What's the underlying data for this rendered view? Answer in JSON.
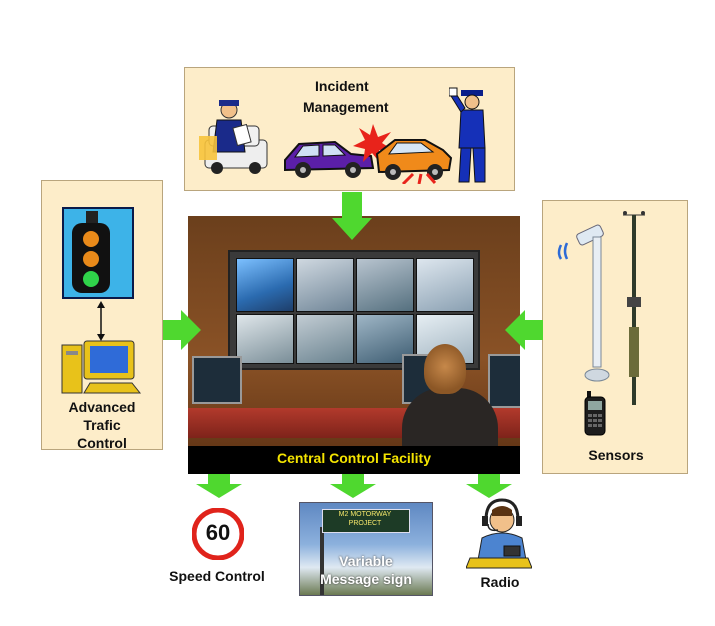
{
  "diagram": {
    "incident": {
      "line1": "Incident",
      "line2": "Management"
    },
    "traffic": {
      "line1": "Advanced",
      "line2": "Trafic",
      "line3": "Control"
    },
    "sensors": {
      "label": "Sensors"
    },
    "center": {
      "label": "Central Control Facility"
    },
    "speed": {
      "label": "Speed Control",
      "sign_value": "60"
    },
    "vms": {
      "board_line1": "M2 MOTORWAY",
      "board_line2": "PROJECT",
      "line1": "Variable",
      "line2": "Message sign"
    },
    "radio": {
      "label": "Radio"
    }
  },
  "colors": {
    "panel": "#fdedc9",
    "arrow": "#4fd82f",
    "caption_text": "#f4e400",
    "sign_ring": "#e0231b"
  }
}
